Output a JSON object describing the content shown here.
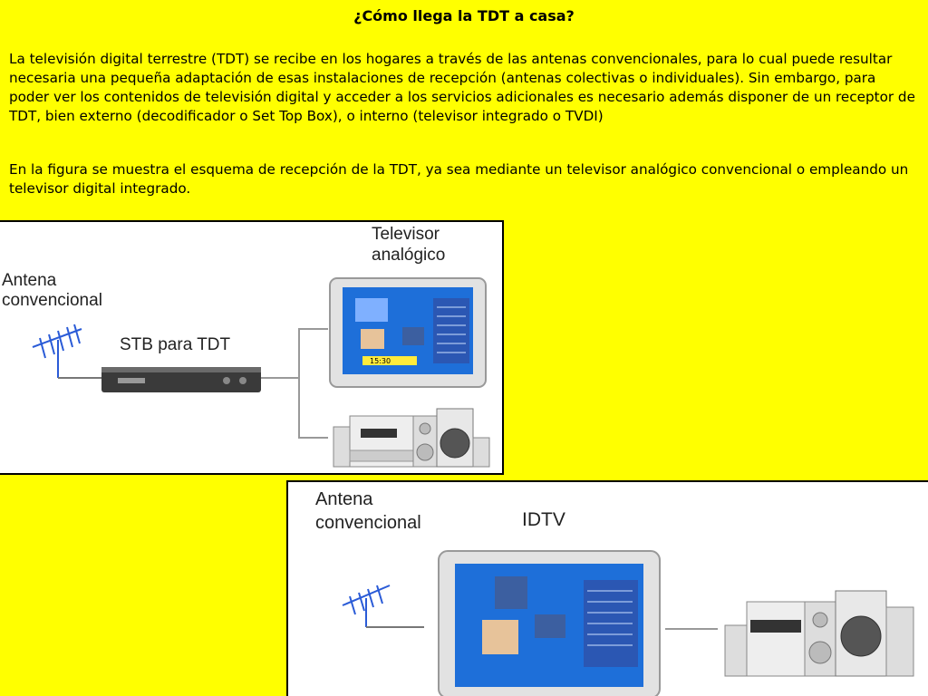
{
  "heading": "¿Cómo llega la TDT a casa?",
  "paragraphs": [
    "La televisión digital terrestre (TDT) se recibe en los hogares a través de las antenas convencionales, para lo cual puede resultar necesaria una pequeña adaptación de esas instalaciones de recepción (antenas colectivas o individuales). Sin embargo, para poder ver los contenidos de televisión digital y acceder a los servicios adicionales es necesario además disponer de un receptor de TDT, bien externo (decodificador o Set Top Box), o interno (televisor integrado o TVDI)",
    "En la figura se muestra el esquema de recepción de la TDT, ya sea mediante un televisor analógico convencional o empleando un televisor digital integrado."
  ],
  "figure1": {
    "label_tv": "Televisor\nanalógico",
    "label_antenna": "Antena\nconvencional",
    "label_stb": "STB para TDT",
    "tv_clock": "15:30"
  },
  "figure2": {
    "label_antenna": "Antena\nconvencional",
    "label_idtv": "IDTV"
  },
  "colors": {
    "background": "#ffff00",
    "antenna": "#2a5bd7",
    "tv_screen": "#1e6fd9"
  }
}
